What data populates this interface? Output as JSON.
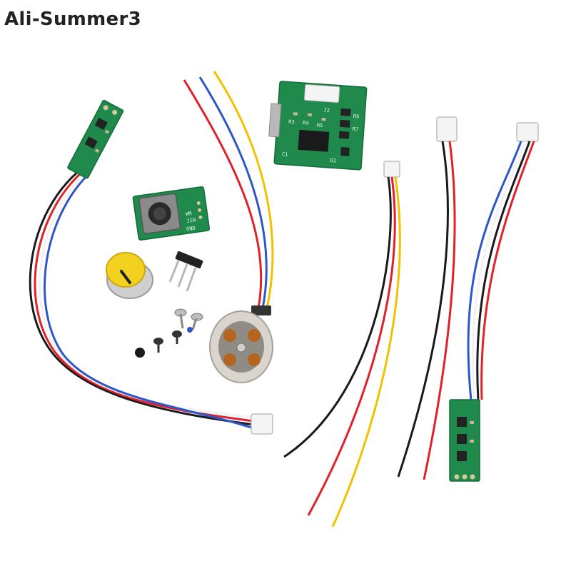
{
  "watermark": {
    "text": "Ali-Summer3"
  },
  "pcb_labels": {
    "pot_board": [
      "WM",
      "JIN",
      "GND"
    ],
    "driver_board": [
      "J2",
      "R3",
      "R4",
      "R5",
      "R6",
      "R7",
      "C1",
      "D2"
    ]
  },
  "colors": {
    "pcb": "#1f8a4c",
    "pcb_dark": "#146b38",
    "wire_red": "#e0212b",
    "wire_black": "#1a1a1a",
    "wire_blue": "#2f56c9",
    "wire_yellow": "#f2c200",
    "wire_white": "#f2f2f2",
    "connector": "#f4f4f4",
    "motor_metal": "#d9d4cc",
    "copper": "#b5651d",
    "knob_yellow": "#f2d21e"
  }
}
